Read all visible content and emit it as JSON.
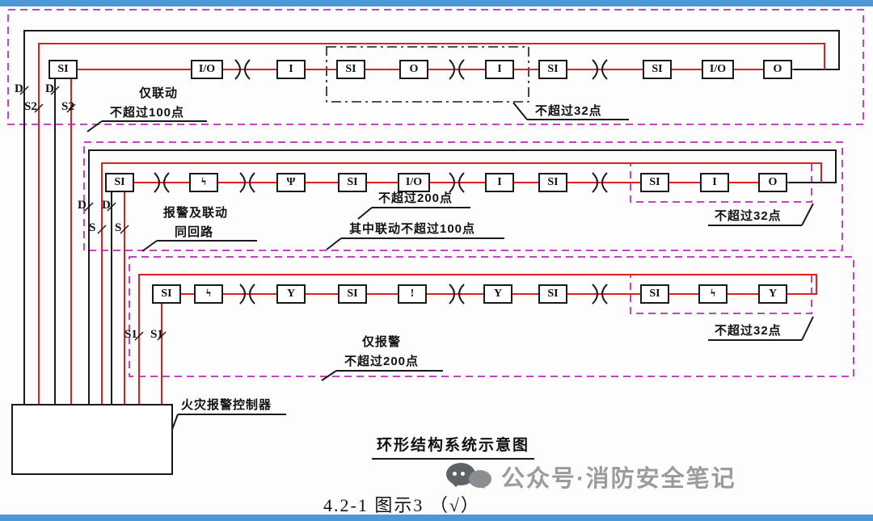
{
  "page": {
    "title": "环形结构系统示意图",
    "caption": "4.2-1 图示3 （√）",
    "watermark": "公众号·消防安全笔记"
  },
  "controller": {
    "label": "火灾报警控制器"
  },
  "annotations": {
    "row1_left_1": "仅联动",
    "row1_left_2": "不超过100点",
    "row1_limit32": "不超过32点",
    "row2_left_1": "报警及联动",
    "row2_left_2": "同回路",
    "row2_limit200": "不超过200点",
    "row2_linkage100": "其中联动不超过100点",
    "row2_limit32": "不超过32点",
    "row3_left_1": "仅报警",
    "row3_left_2": "不超过200点",
    "row3_limit32": "不超过32点"
  },
  "wire_labels": {
    "row1": [
      "D",
      "D",
      "S2",
      "S2"
    ],
    "row2": [
      "D",
      "D",
      "S",
      "S"
    ],
    "row3": [
      "S1",
      "S1"
    ]
  },
  "modules": {
    "row1": [
      "SI",
      "I/O",
      "I",
      "SI",
      "O",
      "I",
      "SI",
      "SI",
      "I/O",
      "O"
    ],
    "row2": [
      "SI",
      "ϟ",
      "Ψ",
      "SI",
      "I/O",
      "I",
      "SI",
      "SI",
      "I",
      "O"
    ],
    "row3": [
      "SI",
      "ϟ",
      "Y",
      "SI",
      "!",
      "Y",
      "SI",
      "SI",
      "ϟ",
      "Y"
    ]
  },
  "colors": {
    "top_bar": "#4e97d6",
    "bottom_bar": "#4e97d6",
    "loop_red": "#e02020",
    "line_black": "#1a1a1a",
    "dashed_magenta": "#c444c4",
    "watermark_gray": "#9b9b9b"
  }
}
